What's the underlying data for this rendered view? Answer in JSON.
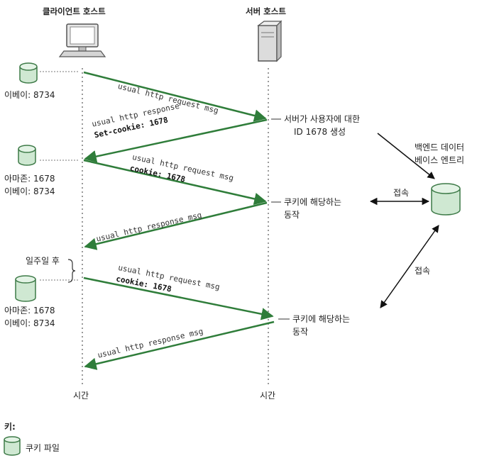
{
  "headers": {
    "client": "클라이언트 호스트",
    "server": "서버 호스트"
  },
  "time_labels": {
    "client": "시간",
    "server": "시간"
  },
  "messages": {
    "m1": "usual http request msg",
    "m2_line1": "usual http response",
    "m2_line2": "Set-cookie: 1678",
    "m3_line1": "usual http request msg",
    "m3_line2": "cookie: 1678",
    "m4": "usual http response msg",
    "m5_line1": "usual http request msg",
    "m5_line2": "cookie: 1678",
    "m6": "usual http response msg"
  },
  "server_notes": {
    "n1_line1": "서버가 사용자에 대한",
    "n1_line2": "ID 1678 생성",
    "n2_line1": "쿠키에 해당하는",
    "n2_line2": "동작",
    "n3_line1": "쿠키에 해당하는",
    "n3_line2": "동작"
  },
  "cookie_files": {
    "c1_line1": "이베이: 8734",
    "c2_line1": "아마존: 1678",
    "c2_line2": "이베이: 8734",
    "c3_line1": "아마존: 1678",
    "c3_line2": "이베이: 8734"
  },
  "backend": {
    "line1": "백엔드 데이터",
    "line2": "베이스 엔트리"
  },
  "access_labels": {
    "a1": "접속",
    "a2": "접속"
  },
  "one_week_later": "일주일 후",
  "key": {
    "title": "키:",
    "cookie_file": "쿠키 파일"
  },
  "colors": {
    "arrow": "#2f7d3a",
    "cylinder_fill": "#cfe8d2",
    "cylinder_stroke": "#3d7a47",
    "timeline": "#9a9a9a"
  }
}
